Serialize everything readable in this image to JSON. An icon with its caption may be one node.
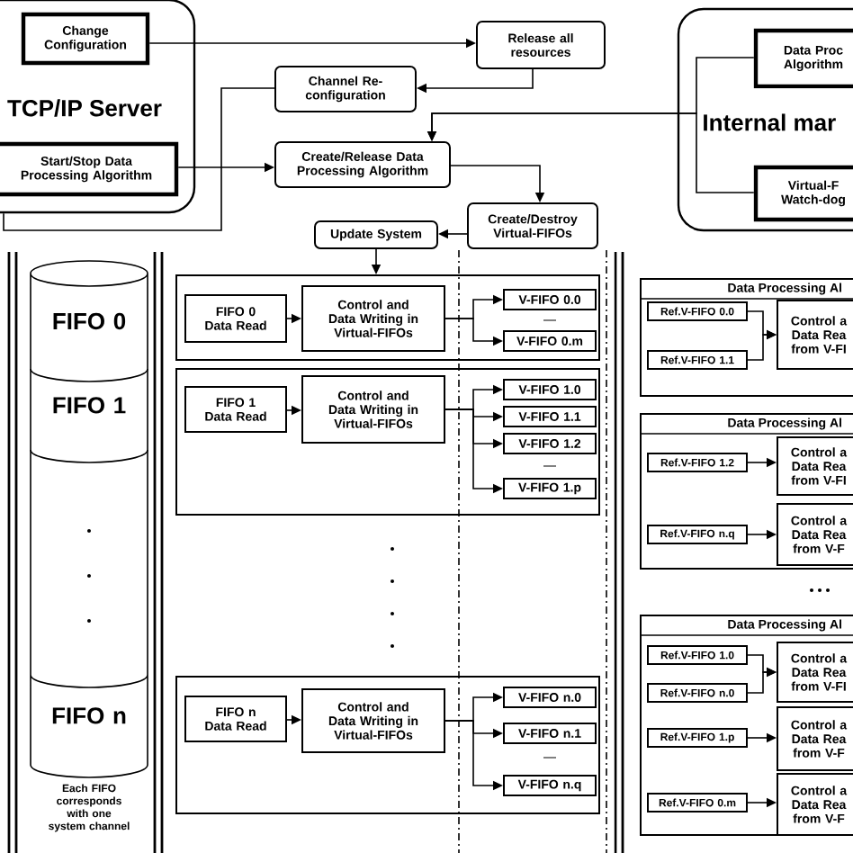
{
  "diagram": {
    "nodes": [
      {
        "text": [
          "TCP/IP Server"
        ]
      },
      {
        "text": [
          "Change Configuration"
        ],
        "in": 0
      },
      {
        "text": [
          "Start/Stop Data Processing Algorithm"
        ],
        "in": 0
      },
      {
        "text": [
          "Release all resources"
        ]
      },
      {
        "text": [
          "Channel Re-configuration"
        ]
      },
      {
        "text": [
          "Create/Release Data Processing Algorithm"
        ]
      },
      {
        "text": [
          "Internal mar"
        ]
      },
      {
        "text": [
          "Data Proc Algorithm"
        ],
        "in": 6
      },
      {
        "text": [
          "Virtual-F Watch-dog"
        ],
        "in": 6
      },
      {
        "text": [
          "Create/Destroy Virtual-FIFOs"
        ]
      },
      {
        "text": [
          "Update System"
        ]
      },
      {
        "text": [
          "FIFO 0"
        ]
      },
      {
        "text": [
          "FIFO 1"
        ]
      },
      {
        "text": [
          "FIFO n"
        ],
        "beside": [
          "Each FIFO corresponds with one system channel"
        ]
      },
      {
        "text": [],
        "shape": "box"
      },
      {
        "text": [
          "FIFO 0 Data Read"
        ],
        "in": 14
      },
      {
        "text": [
          "Control and Data Writing in Virtual-FIFOs"
        ],
        "in": 14
      },
      {
        "text": [
          "V-FIFO 0.0"
        ],
        "in": 14
      },
      {
        "text": [
          "V-FIFO 0.m"
        ],
        "in": 14
      },
      {
        "text": [],
        "shape": "box"
      },
      {
        "text": [
          "FIFO 1 Data Read"
        ],
        "in": 19
      },
      {
        "text": [
          "Control and Data Writing in Virtual-FIFOs"
        ],
        "in": 19
      },
      {
        "text": [
          "V-FIFO 1.0"
        ],
        "in": 19
      },
      {
        "text": [
          "V-FIFO 1.1"
        ],
        "in": 19
      },
      {
        "text": [
          "V-FIFO 1.2"
        ],
        "in": 19
      },
      {
        "text": [
          "V-FIFO 1.p"
        ],
        "in": 19
      },
      {
        "text": [],
        "shape": "box"
      },
      {
        "text": [
          "FIFO n Data Read"
        ],
        "in": 26
      },
      {
        "text": [
          "Control and Data Writing in Virtual-FIFOs"
        ],
        "in": 26
      },
      {
        "text": [
          "V-FIFO n.0"
        ],
        "in": 26
      },
      {
        "text": [
          "V-FIFO n.1"
        ],
        "in": 26
      },
      {
        "text": [
          "V-FIFO n.q"
        ],
        "in": 26
      },
      {
        "text": [
          "Data Processing Al"
        ]
      },
      {
        "text": [
          "Ref.V-FIFO 0.0"
        ],
        "in": 32
      },
      {
        "text": [
          "Ref.V-FIFO 1.1"
        ],
        "in": 32
      },
      {
        "text": [
          "Control a Data Rea from V-FI"
        ],
        "in": 32
      },
      {
        "text": [
          "Data Processing Al"
        ]
      },
      {
        "text": [
          "Ref.V-FIFO 1.2"
        ],
        "in": 36
      },
      {
        "text": [
          "Control a Data Rea from V-FI"
        ],
        "in": 36
      },
      {
        "text": [
          "Ref.V-FIFO n.q"
        ],
        "in": 36
      },
      {
        "text": [
          "Control a Data Rea from V-F"
        ],
        "in": 36
      },
      {
        "text": [
          "Data Processing Al"
        ]
      },
      {
        "text": [
          "Ref.V-FIFO 1.0"
        ],
        "in": 41
      },
      {
        "text": [
          "Ref.V-FIFO n.0"
        ],
        "in": 41
      },
      {
        "text": [
          "Control a Data Rea from V-FI"
        ],
        "in": 41
      },
      {
        "text": [
          "Ref.V-FIFO 1.p"
        ],
        "in": 41
      },
      {
        "text": [
          "Control a Data Rea from V-F"
        ],
        "in": 41
      },
      {
        "text": [
          "Ref.V-FIFO 0.m"
        ],
        "in": 41
      },
      {
        "text": [
          "Control a Data Rea from V-F"
        ],
        "in": 41
      }
    ],
    "edges": [
      {
        "from": 1,
        "to": 3,
        "arrow": "to"
      },
      {
        "from": 3,
        "to": 4,
        "arrow": "to"
      },
      {
        "from": 0,
        "to": 4,
        "arrow": "none"
      },
      {
        "from": 2,
        "to": 5,
        "arrow": "to"
      },
      {
        "from": 7,
        "to": 5,
        "arrow": "to"
      },
      {
        "from": 8,
        "to": 5,
        "arrow": "to"
      },
      {
        "from": 5,
        "to": 9,
        "arrow": "to"
      },
      {
        "from": 9,
        "to": 10,
        "arrow": "to"
      },
      {
        "from": 10,
        "to": 14,
        "arrow": "to"
      },
      {
        "from": 15,
        "to": 16,
        "arrow": "to"
      },
      {
        "from": 16,
        "to": 17,
        "arrow": "to"
      },
      {
        "from": 16,
        "to": 18,
        "arrow": "to"
      },
      {
        "from": 20,
        "to": 21,
        "arrow": "to"
      },
      {
        "from": 21,
        "to": 22,
        "arrow": "to"
      },
      {
        "from": 21,
        "to": 23,
        "arrow": "to"
      },
      {
        "from": 21,
        "to": 24,
        "arrow": "to"
      },
      {
        "from": 21,
        "to": 25,
        "arrow": "to"
      },
      {
        "from": 27,
        "to": 28,
        "arrow": "to"
      },
      {
        "from": 28,
        "to": 29,
        "arrow": "to"
      },
      {
        "from": 28,
        "to": 30,
        "arrow": "to"
      },
      {
        "from": 28,
        "to": 31,
        "arrow": "to"
      },
      {
        "from": 33,
        "to": 35,
        "arrow": "to"
      },
      {
        "from": 34,
        "to": 35,
        "arrow": "to"
      },
      {
        "from": 37,
        "to": 38,
        "arrow": "to"
      },
      {
        "from": 39,
        "to": 40,
        "arrow": "to"
      },
      {
        "from": 42,
        "to": 44,
        "arrow": "to"
      },
      {
        "from": 43,
        "to": 44,
        "arrow": "to"
      },
      {
        "from": 45,
        "to": 46,
        "arrow": "to"
      },
      {
        "from": 47,
        "to": 48,
        "arrow": "to"
      }
    ]
  }
}
